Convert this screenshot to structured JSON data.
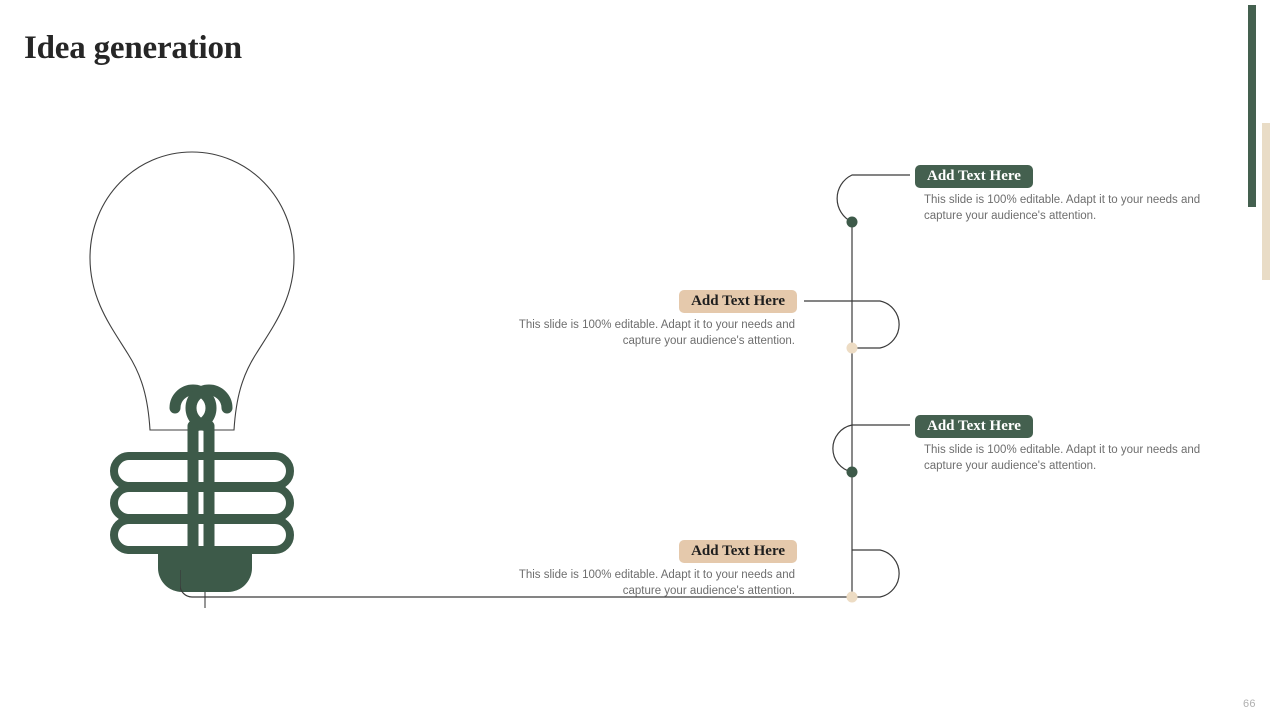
{
  "slide": {
    "title": "Idea generation",
    "page_number": "66"
  },
  "theme": {
    "green": "#44604F",
    "tan": "#E5C9AC",
    "tan_light": "#E9DCC6",
    "body_text": "#6E6E6E",
    "title_text": "#262626",
    "line": "#3A3A3A",
    "background": "#FFFFFF"
  },
  "graphic": {
    "bulb_icon_name": "light-bulb-icon",
    "connector_name": "serpentine-connector-path",
    "nodes": [
      {
        "label": "node-1",
        "color": "#44604F",
        "shape": "circle"
      },
      {
        "label": "node-2",
        "color": "#E5C9AC",
        "shape": "circle"
      },
      {
        "label": "node-3",
        "color": "#44604F",
        "shape": "circle"
      },
      {
        "label": "node-4",
        "color": "#E5C9AC",
        "shape": "circle"
      }
    ]
  },
  "callouts": [
    {
      "id": "callout-1",
      "side": "right",
      "accent": "green",
      "heading": "Add Text Here",
      "body": "This slide is 100% editable. Adapt it to your needs and capture your audience's attention."
    },
    {
      "id": "callout-2",
      "side": "left",
      "accent": "tan",
      "heading": "Add Text Here",
      "body": "This slide is 100% editable. Adapt it to your needs and capture your audience's attention."
    },
    {
      "id": "callout-3",
      "side": "right",
      "accent": "green",
      "heading": "Add Text Here",
      "body": "This slide is 100% editable. Adapt it to your needs and capture your audience's attention."
    },
    {
      "id": "callout-4",
      "side": "left",
      "accent": "tan",
      "heading": "Add Text Here",
      "body": "This slide is 100% editable. Adapt it to your needs and capture your audience's attention."
    }
  ]
}
